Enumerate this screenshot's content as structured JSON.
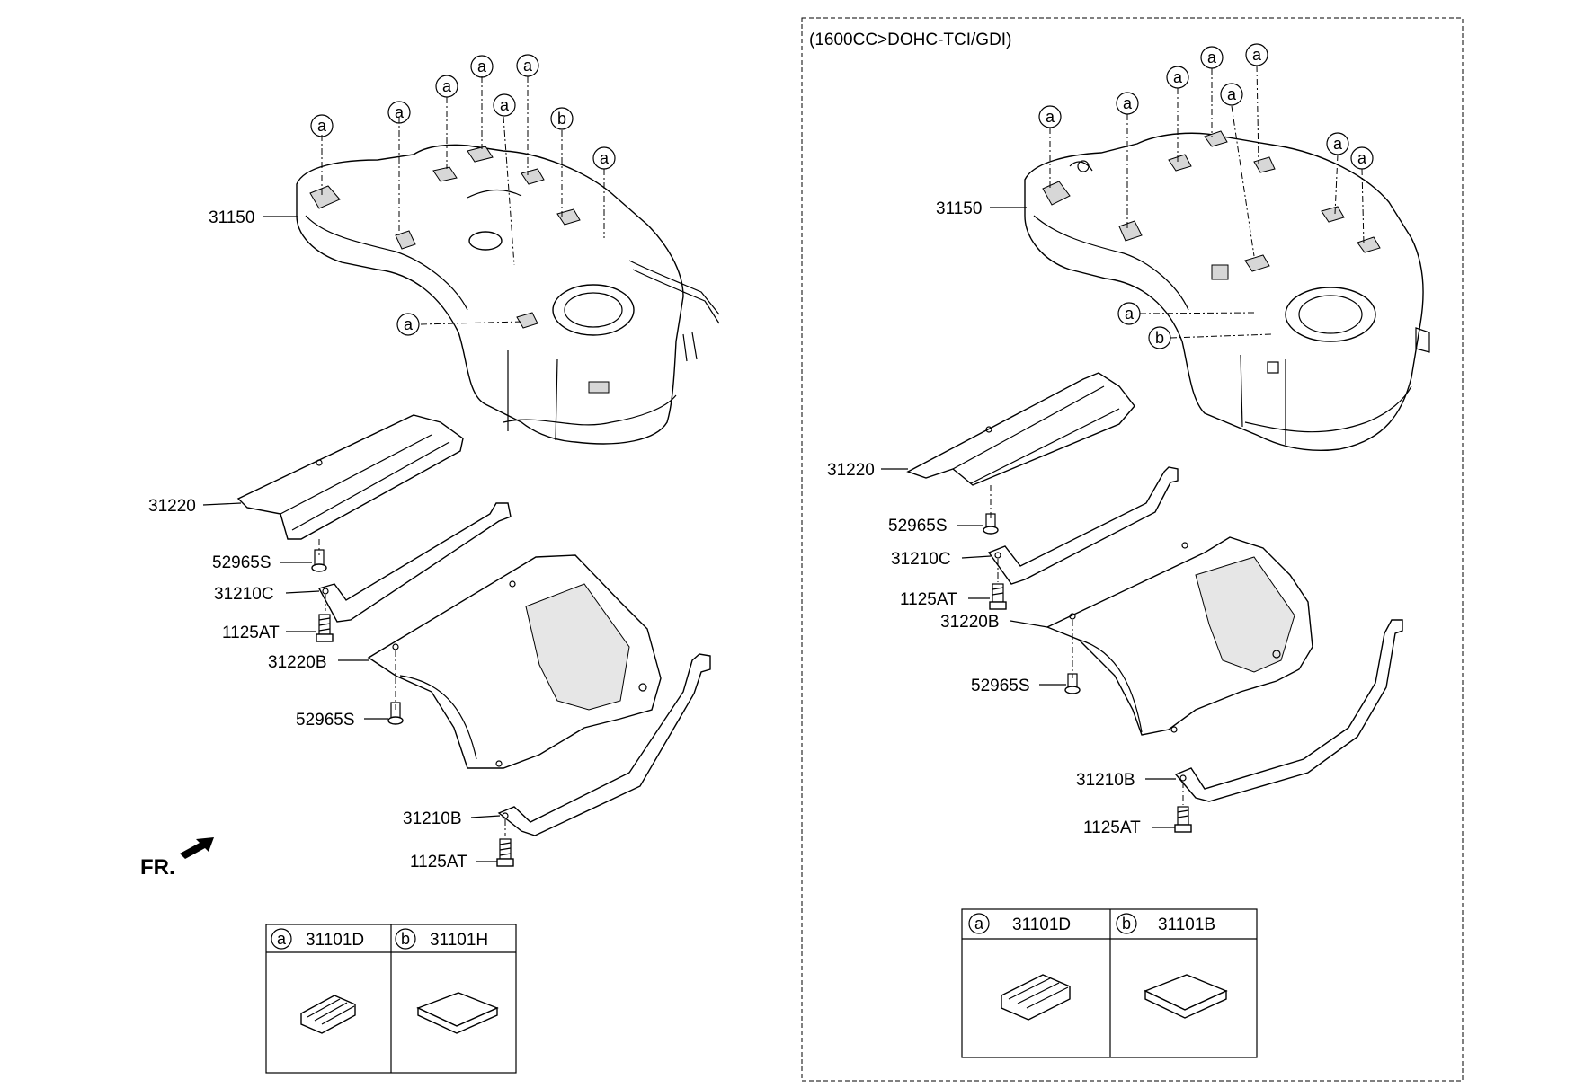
{
  "left": {
    "labels": {
      "tank": "31150",
      "shield_front": "31220",
      "screw_1": "52965S",
      "band_c": "31210C",
      "bolt_1": "1125AT",
      "shield_rear": "31220B",
      "screw_2": "52965S",
      "band_b": "31210B",
      "bolt_2": "1125AT"
    },
    "direction": "FR.",
    "legend": {
      "a_mark": "a",
      "a_part": "31101D",
      "b_mark": "b",
      "b_part": "31101H"
    },
    "callouts": [
      "a",
      "a",
      "a",
      "a",
      "a",
      "a",
      "b",
      "a",
      "a"
    ]
  },
  "right": {
    "variant": "(1600CC>DOHC-TCI/GDI)",
    "labels": {
      "tank": "31150",
      "shield_front": "31220",
      "screw_1": "52965S",
      "band_c": "31210C",
      "bolt_1": "1125AT",
      "shield_rear": "31220B",
      "screw_2": "52965S",
      "band_b": "31210B",
      "bolt_2": "1125AT"
    },
    "legend": {
      "a_mark": "a",
      "a_part": "31101D",
      "b_mark": "b",
      "b_part": "31101B"
    },
    "callouts": [
      "a",
      "a",
      "a",
      "a",
      "a",
      "a",
      "a",
      "a",
      "a",
      "b"
    ]
  }
}
